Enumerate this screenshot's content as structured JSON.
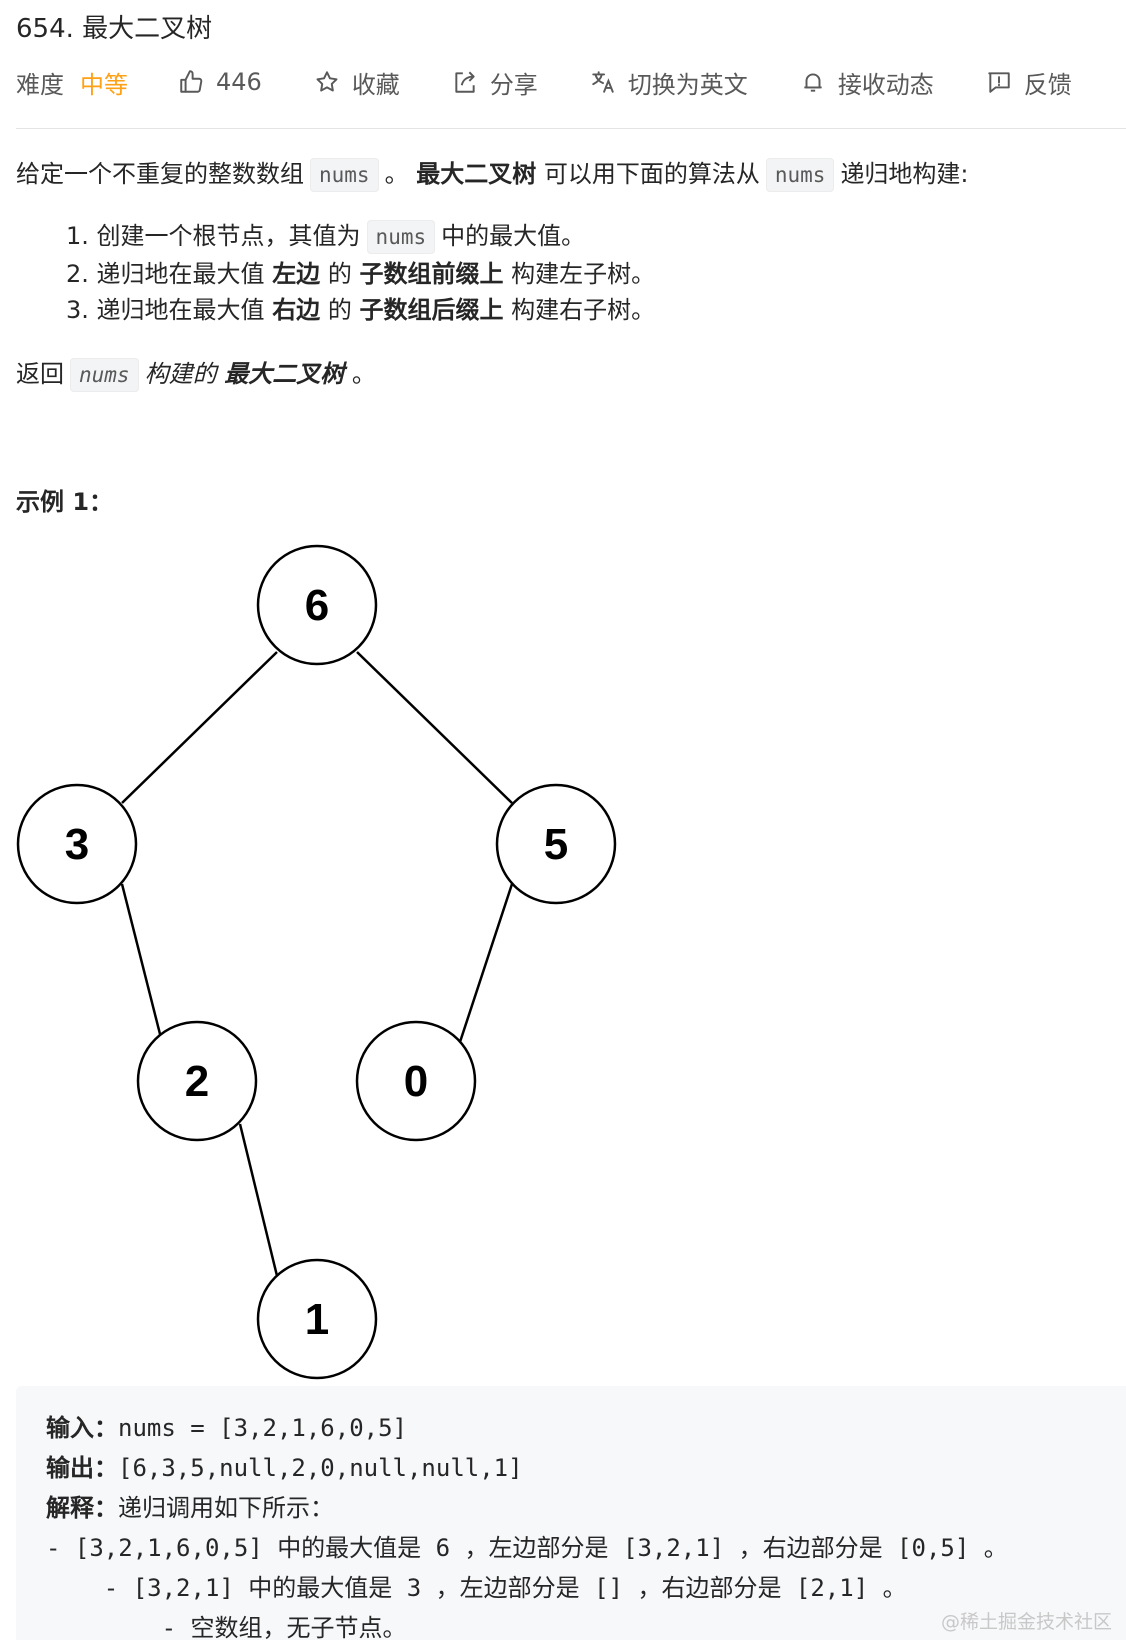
{
  "problem": {
    "title": "654. 最大二叉树"
  },
  "toolbar": {
    "difficulty_label": "难度",
    "difficulty_value": "中等",
    "likes": "446",
    "favorite": "收藏",
    "share": "分享",
    "translate": "切换为英文",
    "subscribe": "接收动态",
    "feedback": "反馈"
  },
  "desc": {
    "intro_1": "给定一个不重复的整数数组",
    "code_nums": "nums",
    "intro_2": "。",
    "bold_tree": "最大二叉树",
    "intro_3": "可以用下面的算法从",
    "intro_4": "递归地构建:",
    "steps": [
      {
        "n": "1.",
        "a": "创建一个根节点，其值为",
        "b": "中的最大值。"
      },
      {
        "n": "2.",
        "a": "递归地在最大值",
        "bold1": "左边",
        "mid": "的",
        "bold2": "子数组前缀上",
        "c": "构建左子树。"
      },
      {
        "n": "3.",
        "a": "递归地在最大值",
        "bold1": "右边",
        "mid": "的",
        "bold2": "子数组后缀上",
        "c": "构建右子树。"
      }
    ],
    "return_1": "返回",
    "return_2": "构建的",
    "return_3": "最大二叉树",
    "return_4": "。"
  },
  "example": {
    "title": "示例 1：",
    "tree_nodes": [
      "6",
      "3",
      "5",
      "2",
      "0",
      "1"
    ],
    "input_label": "输入：",
    "input_value": "nums = [3,2,1,6,0,5]",
    "output_label": "输出：",
    "output_value": "[6,3,5,null,2,0,null,null,1]",
    "explain_label": "解释：",
    "explain_value": "递归调用如下所示：",
    "line1_a": "- [3,2,1,6,0,5] ",
    "line1_b": "中的最大值是",
    "line1_c": " 6 ，",
    "line1_d": "左边部分是",
    "line1_e": " [3,2,1] ，",
    "line1_f": "右边部分是",
    "line1_g": " [0,5] 。",
    "line2_a": "    - [3,2,1] ",
    "line2_b": "中的最大值是",
    "line2_c": " 3 ，",
    "line2_d": "左边部分是",
    "line2_e": " [] ，",
    "line2_f": "右边部分是",
    "line2_g": " [2,1] 。",
    "line3_a": "        - ",
    "line3_b": "空数组，无子节点。"
  },
  "watermark": "@稀土掘金技术社区"
}
